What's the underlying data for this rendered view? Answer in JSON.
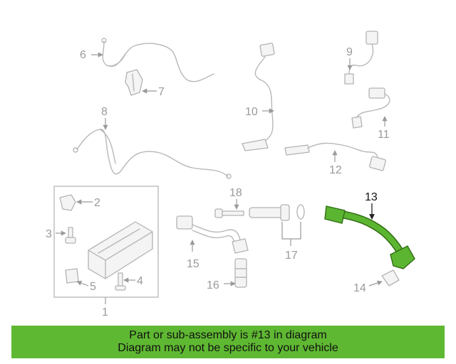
{
  "callouts": {
    "c1": "1",
    "c2": "2",
    "c3": "3",
    "c4": "4",
    "c5": "5",
    "c6": "6",
    "c7": "7",
    "c8": "8",
    "c9": "9",
    "c10": "10",
    "c11": "11",
    "c12": "12",
    "c13": "13",
    "c14": "14",
    "c15": "15",
    "c16": "16",
    "c17": "17",
    "c18": "18"
  },
  "highlight": {
    "part_number": "13",
    "color": "#5cb531"
  },
  "banner": {
    "line1": "Part or sub-assembly is #13 in diagram",
    "line2": "Diagram may not be specific to your vehicle",
    "background": "#5fb832"
  }
}
